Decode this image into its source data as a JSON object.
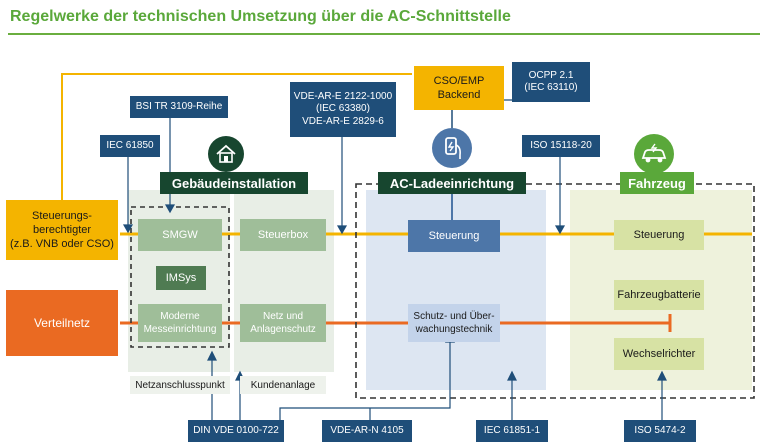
{
  "title": "Regelwerke der technischen Umsetzung über die AC-Schnittstelle",
  "zones": {
    "gebaeude": "Gebäudeinstallation",
    "ac": "AC-Ladeeinrichtung",
    "fahrzeug": "Fahrzeug"
  },
  "actors": {
    "steuerung_line1": "Steuerungs-",
    "steuerung_line2": "berechtigter",
    "steuerung_line3": "(z.B. VNB oder CSO)",
    "verteilnetz": "Verteilnetz",
    "cso_line1": "CSO/EMP",
    "cso_line2": "Backend"
  },
  "standards": {
    "bsi": "BSI TR 3109-Reihe",
    "iec61850": "IEC 61850",
    "vde2122_line1": "VDE-AR-E 2122-1000",
    "vde2122_line2": "(IEC 63380)",
    "vde2122_line3": "VDE-AR-E 2829-6",
    "ocpp_line1": "OCPP 2.1",
    "ocpp_line2": "(IEC 63110)",
    "iso15118": "ISO 15118-20",
    "din_vde": "DIN VDE 0100-722",
    "vde4105": "VDE-AR-N 4105",
    "iec61851": "IEC 61851-1",
    "iso5474": "ISO 5474-2"
  },
  "nodes": {
    "smgw": "SMGW",
    "imsys": "IMSys",
    "moderne_line1": "Moderne",
    "moderne_line2": "Messeinrichtung",
    "steuerbox": "Steuerbox",
    "netz_line1": "Netz und",
    "netz_line2": "Anlagenschutz",
    "ac_steuerung": "Steuerung",
    "schutz_line1": "Schutz- und Über-",
    "schutz_line2": "wachungstechnik",
    "fz_steuerung": "Steuerung",
    "batterie": "Fahrzeugbatterie",
    "wechselrichter": "Wechselrichter"
  },
  "bottom_labels": {
    "netzanschluss": "Netzanschlusspunkt",
    "kundenanlage": "Kundenanlage"
  },
  "colors": {
    "control_line": "#f4b400",
    "power_line": "#ea6a22",
    "standard_box": "#1f4e79",
    "zone_label": "#17462f",
    "title": "#5aa83a"
  },
  "icons": [
    "house-icon",
    "charging-plug-icon",
    "electric-car-icon"
  ]
}
